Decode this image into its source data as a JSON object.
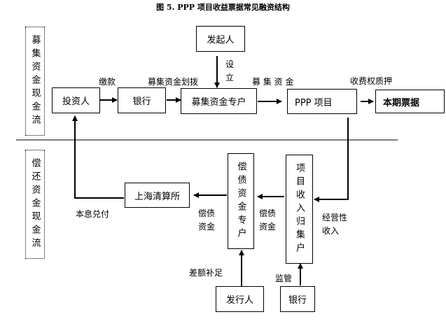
{
  "title": "图 5. PPP 项目收益票据常见融资结构",
  "sections": {
    "top": "募集资金现金流",
    "bottom": "偿还资金现金流"
  },
  "nodes": {
    "sponsor": "发起人",
    "investor": "投资人",
    "bank_top": "银行",
    "raise_account": "募集资金专户",
    "ppp_project": "PPP 项目",
    "current_notes": "本期票据",
    "sh_clearing": "上海清算所",
    "repay_account": "偿债资金专户",
    "collection_account": "项目收入归集户",
    "issuer": "发行人",
    "bank_bottom": "银行"
  },
  "edges": {
    "pay": "缴款",
    "transfer": "募集资金划拨",
    "establish": "设立",
    "raised_funds": "募 集 资 金",
    "toll_pledge": "收费权质押",
    "principal_interest": "本息兑付",
    "repay_funds_1": "偿债资金",
    "repay_funds_2": "偿债资金",
    "operating_income": "经营性收入",
    "shortfall": "差额补足",
    "supervision": "监管"
  }
}
